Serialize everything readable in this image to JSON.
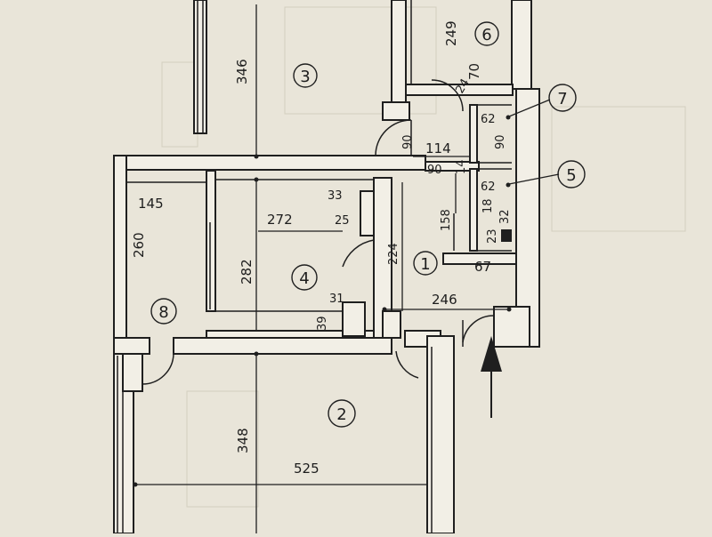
{
  "colors": {
    "paper": "#e9e5d9",
    "wall": "#1f1f1f",
    "wall_fill": "#f2efe6",
    "ink": "#1d1d1d",
    "faint": "#cfcabb"
  },
  "rooms": [
    {
      "number": "1"
    },
    {
      "number": "2"
    },
    {
      "number": "3"
    },
    {
      "number": "4"
    },
    {
      "number": "5"
    },
    {
      "number": "6"
    },
    {
      "number": "7"
    },
    {
      "number": "8"
    }
  ],
  "dimensions": {
    "d346": "346",
    "d249": "249",
    "d70": "70",
    "d24": "24",
    "d62a": "62",
    "d90a": "90",
    "d114": "114",
    "d90b": "90",
    "d90c": "90",
    "d14": "14",
    "d62b": "62",
    "d145": "145",
    "d272": "272",
    "d33": "33",
    "d25": "25",
    "d158": "158",
    "d18": "18",
    "d32": "32",
    "d23": "23",
    "d260": "260",
    "d282": "282",
    "d224": "224",
    "d67": "67",
    "d31": "31",
    "d39": "39",
    "d246": "246",
    "d348": "348",
    "d525": "525"
  },
  "icons": {
    "entrance_arrow": "entrance-arrow-icon"
  }
}
